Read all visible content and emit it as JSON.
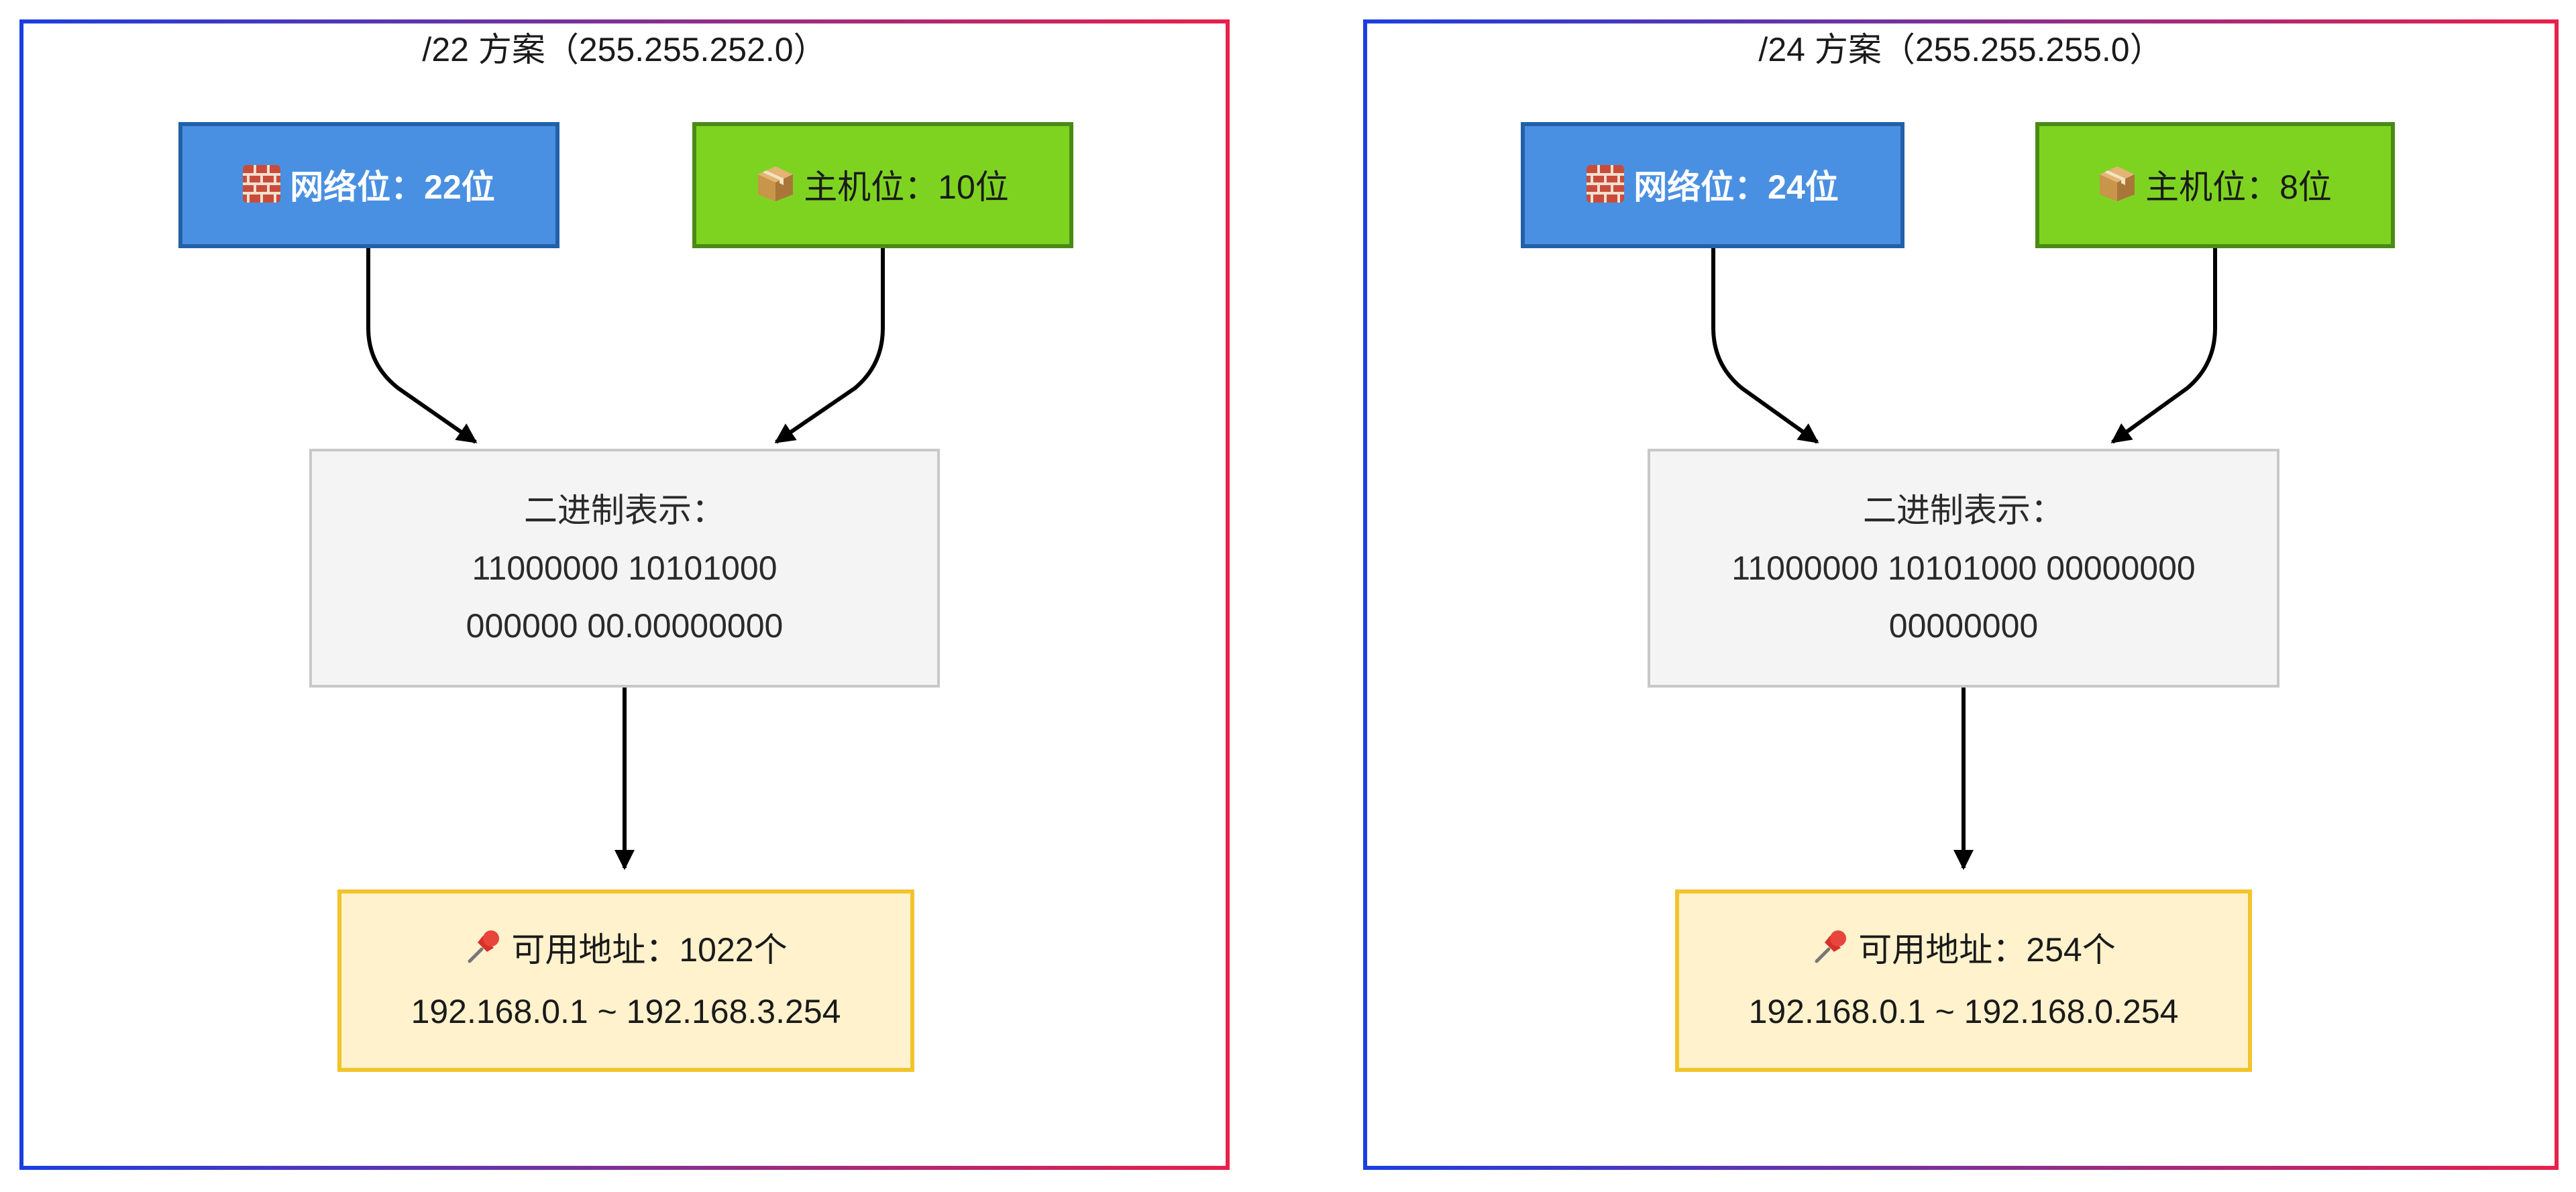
{
  "panels": [
    {
      "title": "/22 方案（255.255.252.0）",
      "network_label": "网络位：22位",
      "host_label": "主机位：10位",
      "binary_title": "二进制表示：",
      "binary_line1": "11000000 10101000",
      "binary_line2": "000000 00.00000000",
      "addr_label": "可用地址：1022个",
      "addr_range": "192.168.0.1 ~ 192.168.3.254"
    },
    {
      "title": "/24 方案（255.255.255.0）",
      "network_label": "网络位：24位",
      "host_label": "主机位：8位",
      "binary_title": "二进制表示：",
      "binary_line1": "11000000 10101000 00000000",
      "binary_line2": "00000000",
      "addr_label": "可用地址：254个",
      "addr_range": "192.168.0.1 ~ 192.168.0.254"
    }
  ],
  "icons": {
    "network": "brick-wall-icon",
    "host": "package-icon",
    "address": "pushpin-icon"
  },
  "colors": {
    "network_fill": "#4a90e2",
    "host_fill": "#7ed321",
    "binary_fill": "#f4f4f4",
    "address_fill": "#fff2cc",
    "border_gradient_start": "#1a3fe0",
    "border_gradient_end": "#e8204a"
  }
}
